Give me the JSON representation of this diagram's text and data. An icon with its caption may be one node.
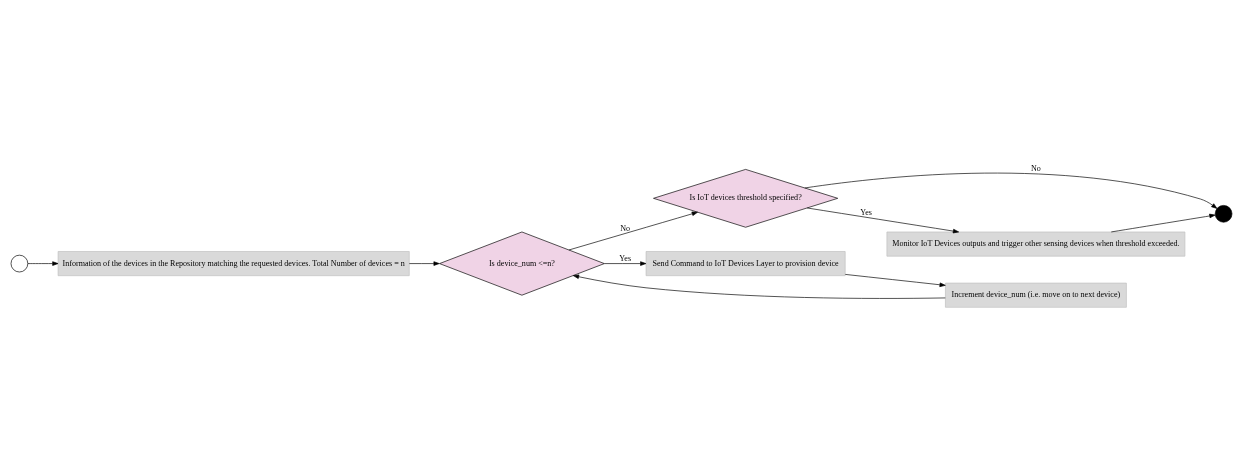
{
  "diagram": {
    "nodes": [
      {
        "text": [],
        "shape": "circle"
      },
      {
        "text": [
          "Information of the devices in the Repository matching the requested devices. Total Number of devices = n"
        ]
      },
      {
        "text": [
          "Is device_num <=n?"
        ]
      },
      {
        "text": [
          "Is IoT devices threshold specified?"
        ]
      },
      {
        "text": [],
        "shape": "circle"
      },
      {
        "text": [
          "Monitor IoT Devices outputs and trigger other sensing devices when threshold exceeded."
        ]
      },
      {
        "text": [
          "Send Command to IoT Devices Layer to provision device"
        ]
      },
      {
        "text": [
          "Increment device_num (i.e. move on to next device)"
        ]
      }
    ],
    "edges": [
      {
        "from": 0,
        "to": 1,
        "arrow": "to"
      },
      {
        "from": 1,
        "to": 2,
        "arrow": "to"
      },
      {
        "from": 2,
        "to": 3,
        "arrow": "to",
        "label": "No"
      },
      {
        "from": 2,
        "to": 6,
        "arrow": "to",
        "label": "Yes"
      },
      {
        "from": 3,
        "to": 4,
        "arrow": "to",
        "label": "No"
      },
      {
        "from": 3,
        "to": 5,
        "arrow": "to",
        "label": "Yes"
      },
      {
        "from": 5,
        "to": 4,
        "arrow": "to"
      },
      {
        "from": 6,
        "to": 7,
        "arrow": "to"
      },
      {
        "from": 7,
        "to": 2,
        "arrow": "to"
      }
    ]
  }
}
